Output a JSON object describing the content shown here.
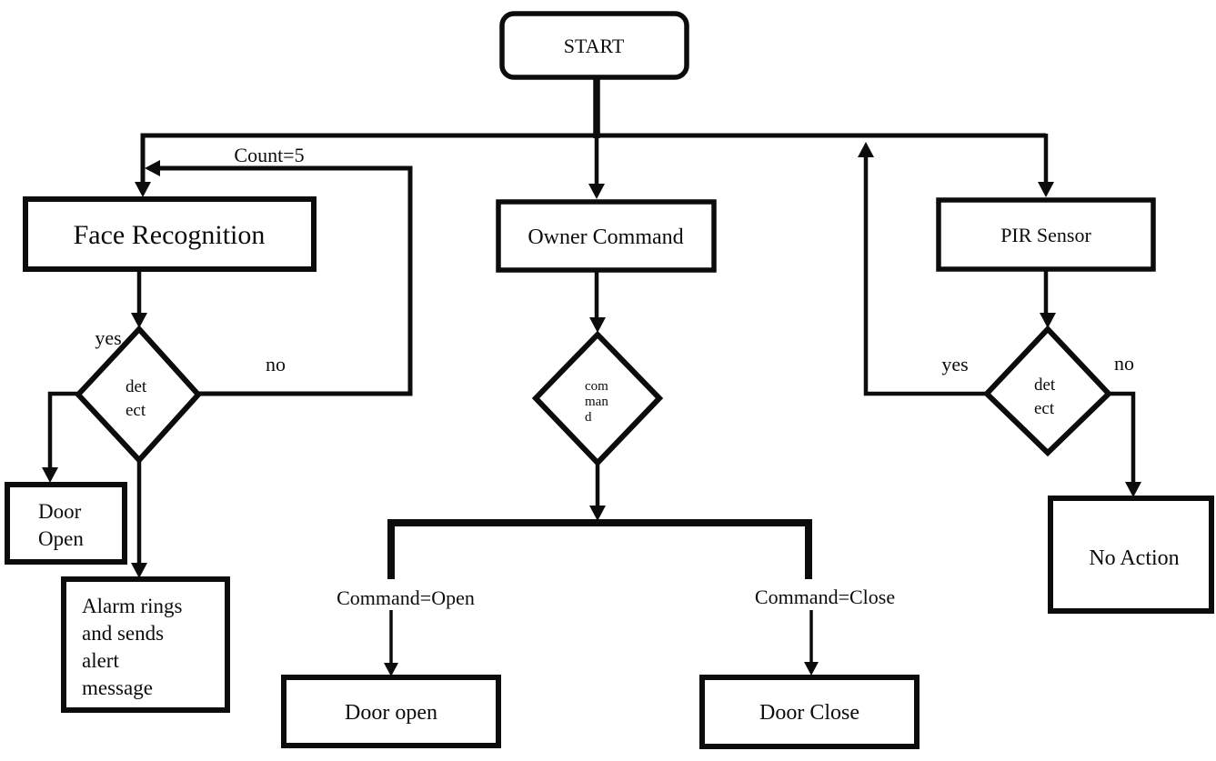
{
  "diagram": {
    "kind": "flowchart",
    "colors": {
      "ink": "#0c0c0c",
      "background": "#ffffff"
    },
    "nodes": {
      "start": {
        "label": "START",
        "shape": "terminator"
      },
      "face_recognition": {
        "label": "Face Recognition",
        "shape": "process"
      },
      "owner_command": {
        "label": "Owner Command",
        "shape": "process"
      },
      "pir_sensor": {
        "label": "PIR Sensor",
        "shape": "process"
      },
      "face_detect": {
        "shape": "decision",
        "lines": [
          "det",
          "ect"
        ]
      },
      "command_decision": {
        "shape": "decision",
        "lines": [
          "com",
          "man",
          "d"
        ]
      },
      "pir_detect": {
        "shape": "decision",
        "lines": [
          "det",
          "ect"
        ]
      },
      "door_open_result": {
        "shape": "process",
        "lines": [
          "Door",
          "Open"
        ]
      },
      "alarm": {
        "shape": "process",
        "lines": [
          "Alarm rings",
          "and sends",
          "alert",
          "message"
        ]
      },
      "door_open_cmd": {
        "label": "Door open",
        "shape": "process"
      },
      "door_close_cmd": {
        "label": "Door Close",
        "shape": "process"
      },
      "no_action": {
        "label": "No Action",
        "shape": "process"
      }
    },
    "edge_labels": {
      "count": "Count=5",
      "face_yes": "yes",
      "face_no": "no",
      "command_open": "Command=Open",
      "command_close": "Command=Close",
      "pir_yes": "yes",
      "pir_no": "no"
    }
  }
}
